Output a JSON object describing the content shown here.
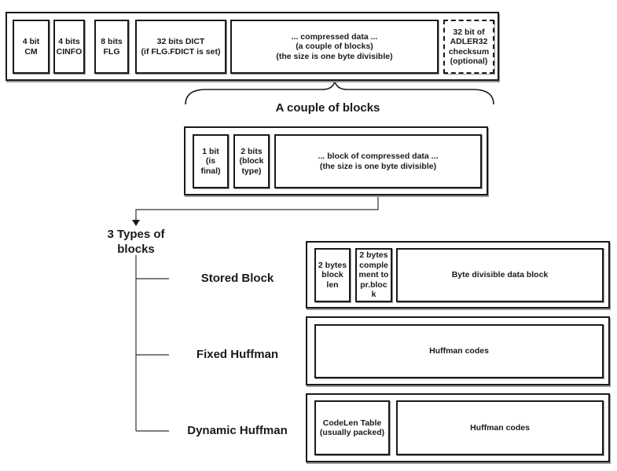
{
  "stream": {
    "fields": [
      {
        "id": "cm",
        "text": "4 bit\nCM"
      },
      {
        "id": "cinfo",
        "text": "4 bits\nCINFO"
      },
      {
        "id": "flg",
        "text": "8 bits\nFLG"
      },
      {
        "id": "dict",
        "text": "32 bits DICT\n(if FLG.FDICT is set)"
      },
      {
        "id": "compressed",
        "text": "... compressed data ...\n(a couple of blocks)\n(the size is one byte divisible)"
      },
      {
        "id": "adler",
        "text": "32 bit of\nADLER32\nchecksum\n(optional)",
        "optional": true
      }
    ]
  },
  "blocks_heading": "A couple of blocks",
  "block": {
    "fields": [
      {
        "id": "final",
        "text": "1 bit\n(is\nfinal)"
      },
      {
        "id": "type",
        "text": "2 bits\n(block\ntype)"
      },
      {
        "id": "data",
        "text": "... block of compressed data ...\n(the size is one byte divisible)"
      }
    ]
  },
  "types_heading": "3 Types of\nblocks",
  "types": [
    {
      "name": "Stored Block",
      "fields": [
        {
          "text": "2 bytes\nblock\nlen"
        },
        {
          "text": "2 bytes\ncomple\nment to\npr.bloc\nk"
        },
        {
          "text": "Byte divisible data block"
        }
      ]
    },
    {
      "name": "Fixed Huffman",
      "fields": [
        {
          "text": "Huffman codes"
        }
      ]
    },
    {
      "name": "Dynamic Huffman",
      "fields": [
        {
          "text": "CodeLen Table\n(usually packed)"
        },
        {
          "text": "Huffman codes"
        }
      ]
    }
  ]
}
